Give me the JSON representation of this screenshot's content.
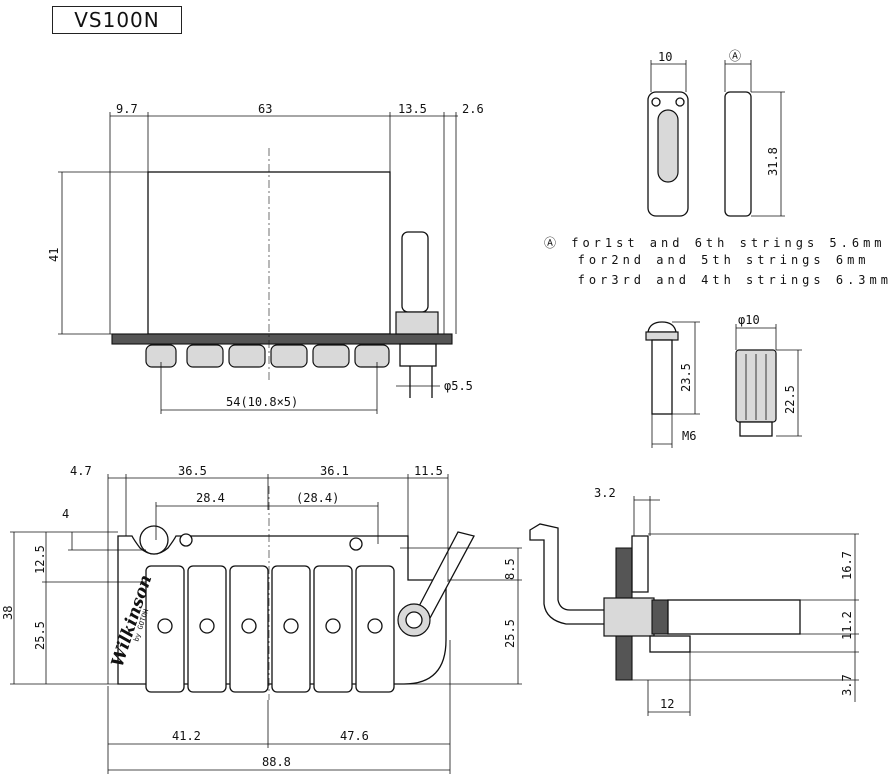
{
  "title": "VS100N",
  "colors": {
    "ink": "#111111",
    "paper": "#ffffff",
    "shade": "#d9d9d9"
  },
  "notes": [
    "Ⓐ for1st and 6th strings 5.6mm",
    "   for2nd and 5th strings 6mm",
    "   for3rd and 4th strings 6.3mm"
  ],
  "dims": {
    "side_top": [
      "9.7",
      "63",
      "13.5",
      "2.6"
    ],
    "side_height": "41",
    "saddle_span": "54(10.8×5)",
    "arm_dia": "φ5.5",
    "block_width": "10",
    "block_ref": "Ⓐ",
    "block_height": "31.8",
    "stud_height": "23.5",
    "stud_thread": "M6",
    "bush_dia": "φ10",
    "bush_height": "22.5",
    "front_top": [
      "4.7",
      "36.5",
      "36.1",
      "11.5"
    ],
    "front_inner": [
      "28.4",
      "(28.4)"
    ],
    "front_left": [
      "4",
      "12.5",
      "25.5"
    ],
    "front_height": "38",
    "front_right": [
      "8.5",
      "25.5"
    ],
    "front_bottom": [
      "41.2",
      "47.6"
    ],
    "front_total": "88.8",
    "arm_top": "3.2",
    "arm_right": [
      "16.7",
      "11.2",
      "3.7"
    ],
    "arm_len": "12"
  },
  "logo": {
    "brand": "Wilkinson",
    "sub": "by GOTOH"
  }
}
